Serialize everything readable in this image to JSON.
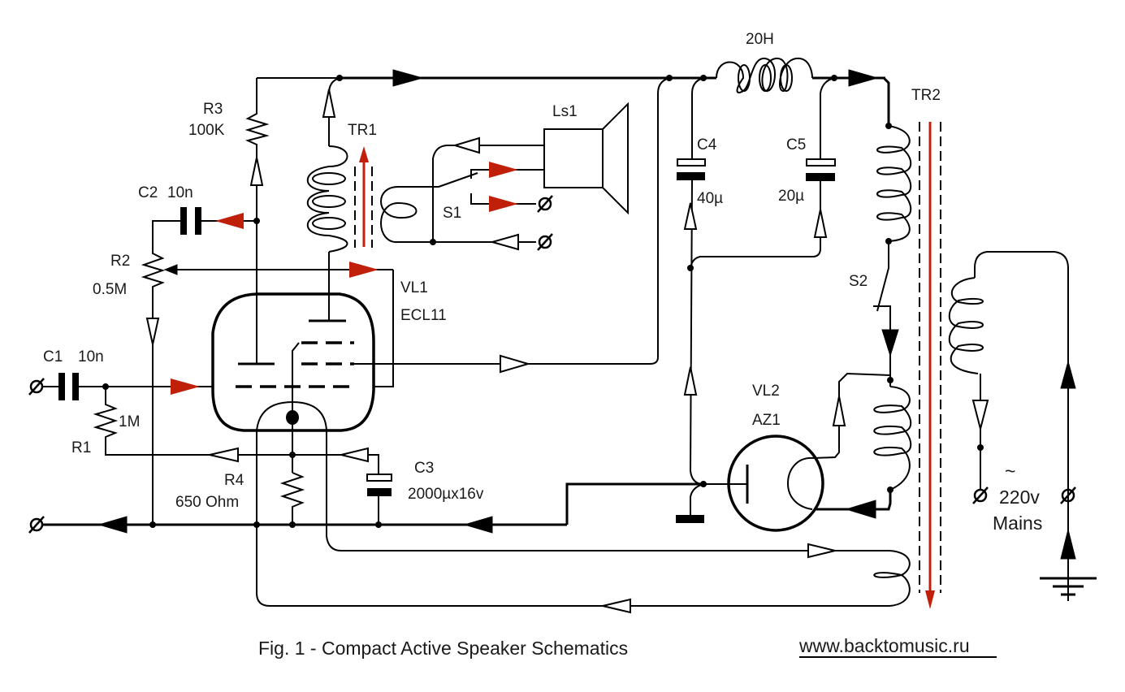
{
  "figure": {
    "caption": "Fig. 1 - Compact Active Speaker Schematics",
    "website": "www.backtomusic.ru"
  },
  "colors": {
    "wire": "#000000",
    "signal_arrow": "#c0200a",
    "background": "#ffffff"
  },
  "components": {
    "r1": {
      "ref": "R1",
      "value": "1M"
    },
    "r2": {
      "ref": "R2",
      "value": "0.5M"
    },
    "r3": {
      "ref": "R3",
      "value": "100K"
    },
    "r4": {
      "ref": "R4",
      "value": "650 Ohm"
    },
    "c1": {
      "ref": "C1",
      "value": "10n"
    },
    "c2": {
      "ref": "C2",
      "value": "10n"
    },
    "c3": {
      "ref": "C3",
      "value": "2000µx16v"
    },
    "c4": {
      "ref": "C4",
      "value": "40µ"
    },
    "c5": {
      "ref": "C5",
      "value": "20µ"
    },
    "choke": {
      "value": "20H"
    },
    "tr1": {
      "ref": "TR1"
    },
    "tr2": {
      "ref": "TR2"
    },
    "ls1": {
      "ref": "Ls1"
    },
    "s1": {
      "ref": "S1"
    },
    "s2": {
      "ref": "S2"
    },
    "vl1": {
      "ref": "VL1",
      "type": "ECL11"
    },
    "vl2": {
      "ref": "VL2",
      "type": "AZ1"
    },
    "mains": {
      "symbol": "~",
      "voltage": "220v",
      "label": "Mains"
    }
  }
}
